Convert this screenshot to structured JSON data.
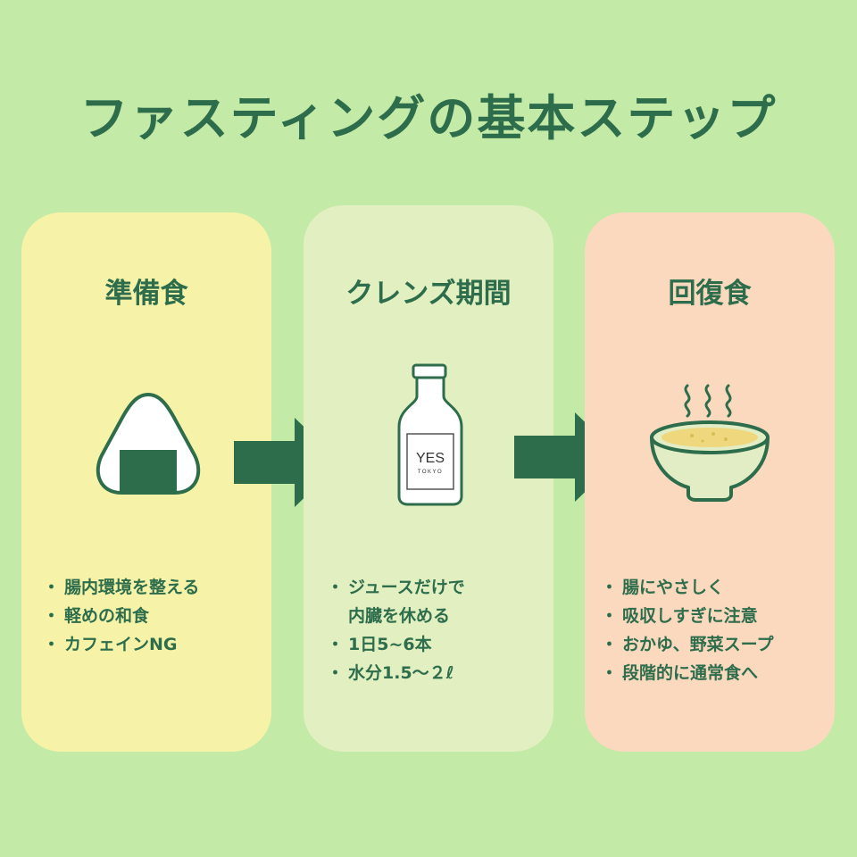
{
  "title": "ファスティングの基本ステップ",
  "steps": [
    {
      "title": "準備食",
      "illustration": "onigiri-icon",
      "bullets": [
        "腸内環境を整える",
        "軽めの和食",
        "カフェインNG"
      ]
    },
    {
      "title": "クレンズ期間",
      "illustration": "juice-bottle-icon",
      "bottle_label": "YES",
      "bottle_sublabel": "TOKYO",
      "bullets": [
        "ジュースだけで",
        "内臓を休める",
        "1日5~6本",
        "水分1.5～２ℓ"
      ]
    },
    {
      "title": "回復食",
      "illustration": "soup-bowl-icon",
      "bullets": [
        "腸にやさしく",
        "吸収しすぎに注意",
        "おかゆ、野菜スープ",
        "段階的に通常食へ"
      ]
    }
  ],
  "colors": {
    "background": "#c3eaa6",
    "accent": "#2e6d4c",
    "card_prep": "#f6f3a9",
    "card_cleanse": "#e1efc1",
    "card_recovery": "#fbd9be"
  }
}
